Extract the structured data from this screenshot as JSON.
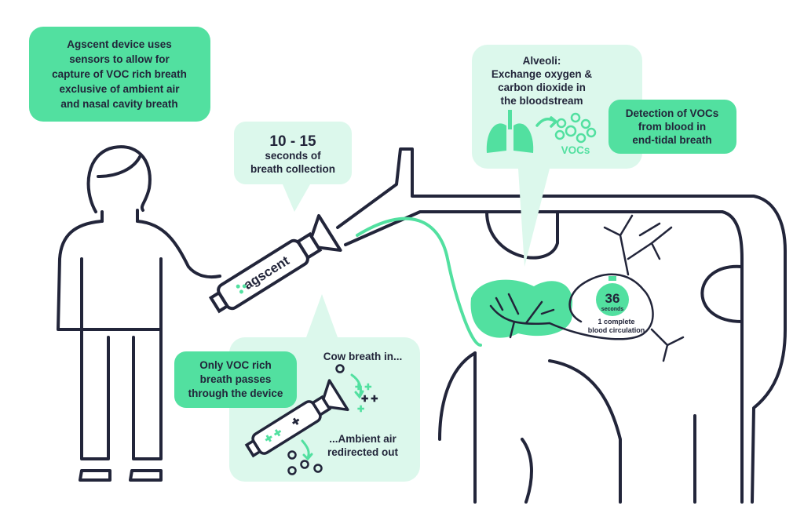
{
  "colors": {
    "green": "#52e0a0",
    "light_green": "#dcf8ec",
    "dark": "#22253a"
  },
  "device_callout": {
    "lines": [
      "Agscent device uses",
      "sensors to allow for",
      "capture of VOC rich breath",
      "exclusive of ambient air",
      "and nasal cavity breath"
    ]
  },
  "duration_callout": {
    "range": "10 - 15",
    "lines": [
      "seconds of",
      "breath collection"
    ]
  },
  "alveoli_callout": {
    "lines": [
      "Alveoli:",
      "Exchange oxygen &",
      "carbon dioxide in",
      "the bloodstream"
    ],
    "vocs_label": "VOCs"
  },
  "detection_callout": {
    "lines": [
      "Detection of VOCs",
      "from blood in",
      "end-tidal breath"
    ]
  },
  "filter_callout": {
    "lines": [
      "Only VOC rich",
      "breath passes",
      "through the device"
    ]
  },
  "flow_callout": {
    "in_label": "Cow breath in...",
    "out_lines": [
      "...Ambient air",
      "redirected out"
    ]
  },
  "device": {
    "brand": "agscent"
  },
  "circulation": {
    "value": "36",
    "unit": "seconds",
    "lines": [
      "1 complete",
      "blood circulation"
    ]
  }
}
